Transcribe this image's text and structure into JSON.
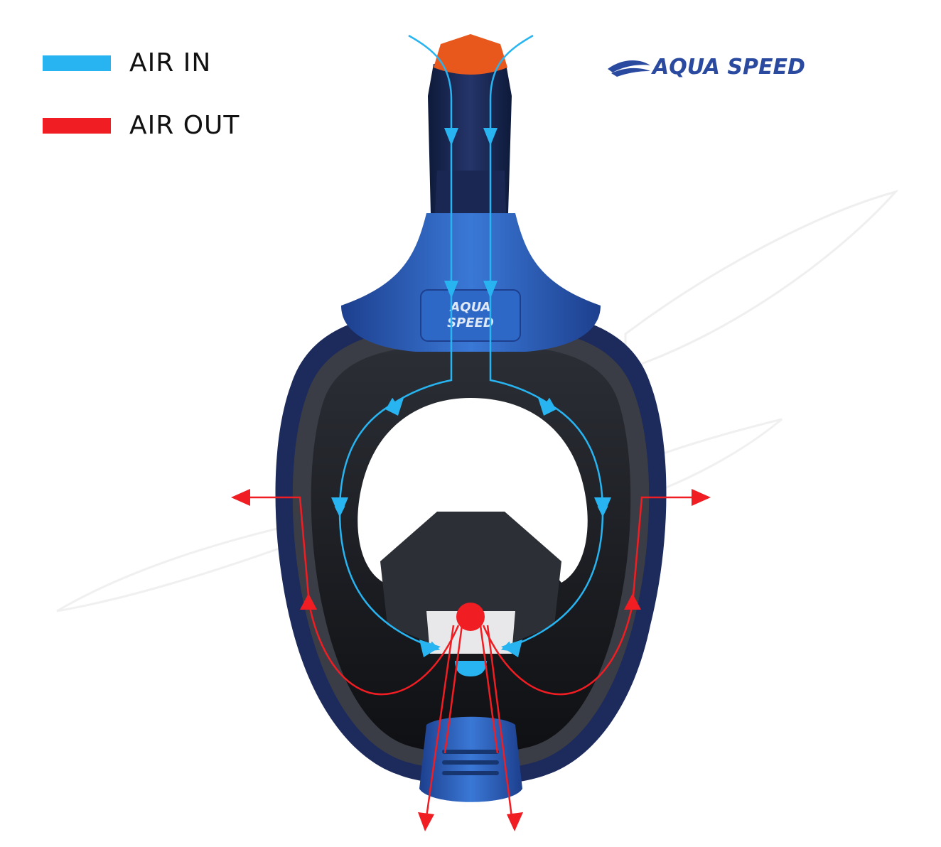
{
  "legend": {
    "air_in": {
      "label": "AIR IN",
      "color": "#27b4f0"
    },
    "air_out": {
      "label": "AIR OUT",
      "color": "#f01d23"
    }
  },
  "brand": {
    "logo_text": "AQUA SPEED",
    "mask_logo_line1": "AQUA",
    "mask_logo_line2": "SPEED",
    "color": "#2a4aa0"
  },
  "colors": {
    "mask_frame": "#1c2a5c",
    "mask_blue": "#2a66c8",
    "lens_dark": "#141518",
    "snorkel_cap": "#e8581c",
    "airflow_in": "#27b4f0",
    "airflow_out": "#f01d23"
  }
}
